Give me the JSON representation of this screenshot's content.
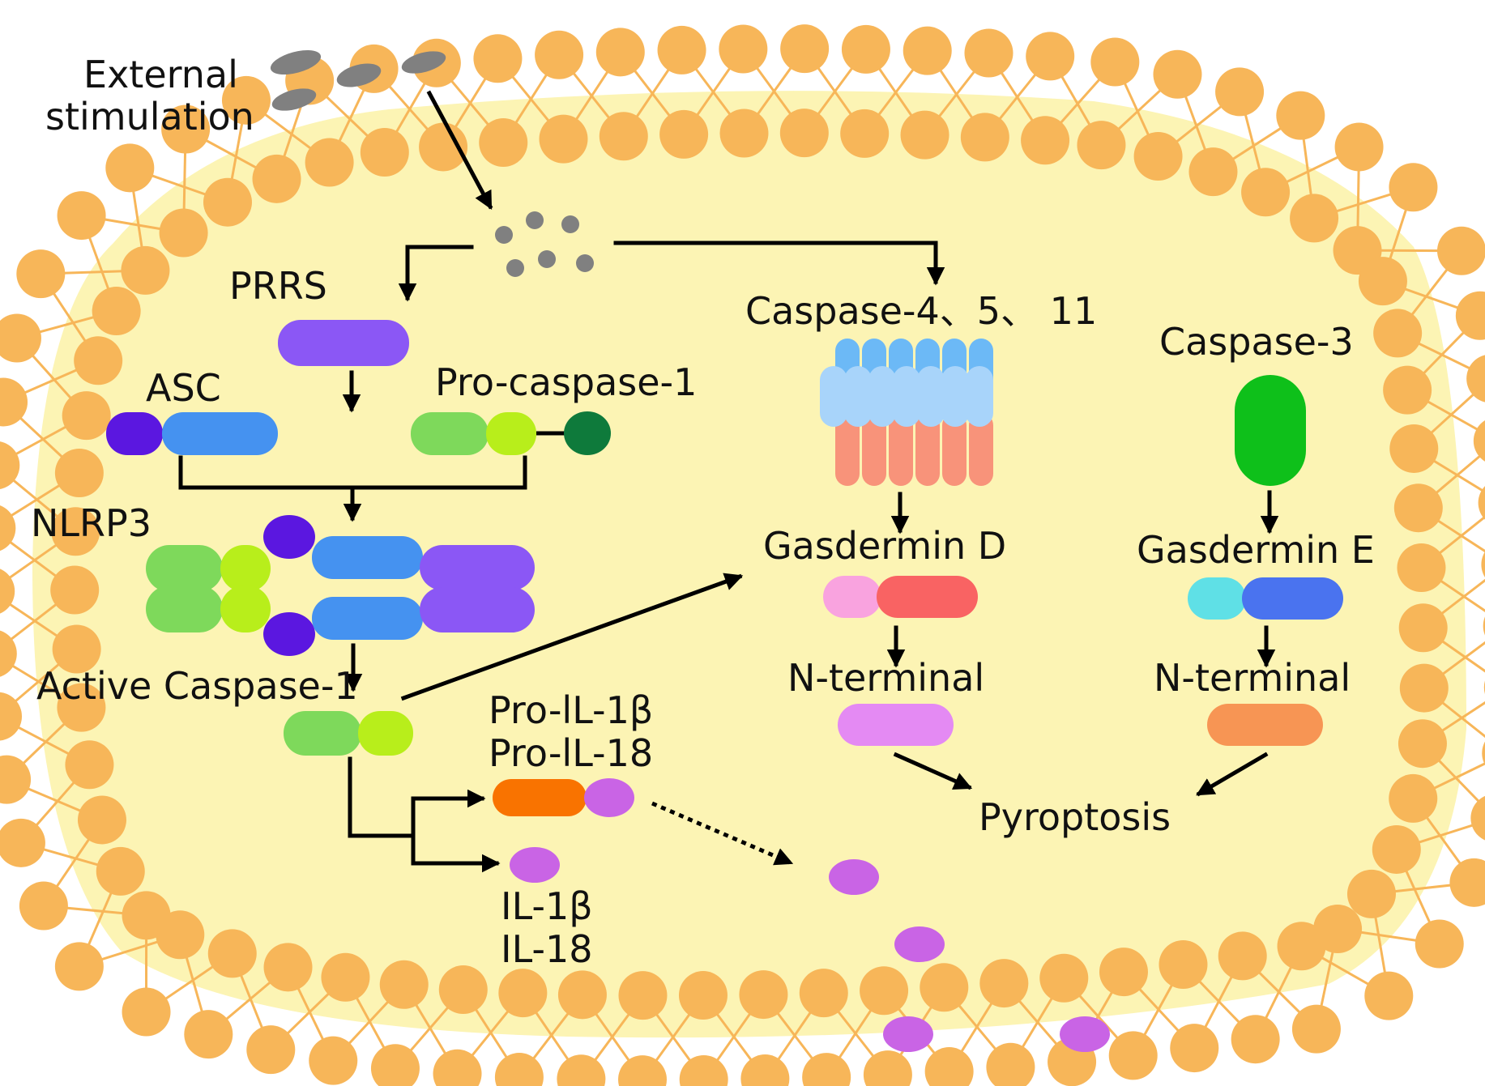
{
  "labels": {
    "external_stimulation_1": "External",
    "external_stimulation_2": "stimulation",
    "prrs": "PRRS",
    "asc": "ASC",
    "pro_caspase_1": "Pro-caspase-1",
    "nlrp3": "NLRP3",
    "active_caspase_1": "Active Caspase-1",
    "pro_il_1b": "Pro-lL-1β",
    "pro_il_18": "Pro-lL-18",
    "il_1b": "IL-1β",
    "il_18": "IL-18",
    "caspase_4_5_11": "Caspase-4、5、 11",
    "caspase_3": "Caspase-3",
    "gasdermin_d": "Gasdermin D",
    "gasdermin_e": "Gasdermin E",
    "n_terminal_d": "N-terminal",
    "n_terminal_e": "N-terminal",
    "pyroptosis": "Pyroptosis"
  },
  "colors": {
    "membrane": "#F7B659",
    "cytoplasm": "#FCF4B4",
    "particle": "#808080",
    "prrs": "#8B57F5",
    "asc_dark": "#5B17E0",
    "asc_blue": "#4592F0",
    "caspase_green": "#7ED95B",
    "caspase_lime": "#B8EE1B",
    "caspase_dark_green": "#0E7A3B",
    "casp4_blue": "#6CB9F6",
    "casp4_light_blue": "#A8D4FA",
    "casp4_salmon": "#F8937A",
    "caspase3_green": "#0EC01A",
    "gsdmd_pink": "#F9A3DF",
    "gsdmd_red": "#F96363",
    "gsdme_cyan": "#5FE0E6",
    "gsdme_blue": "#4A73EF",
    "nterm_d": "#E48AF3",
    "nterm_e": "#F79554",
    "il_orange": "#F97300",
    "il_purple": "#C964E5"
  }
}
